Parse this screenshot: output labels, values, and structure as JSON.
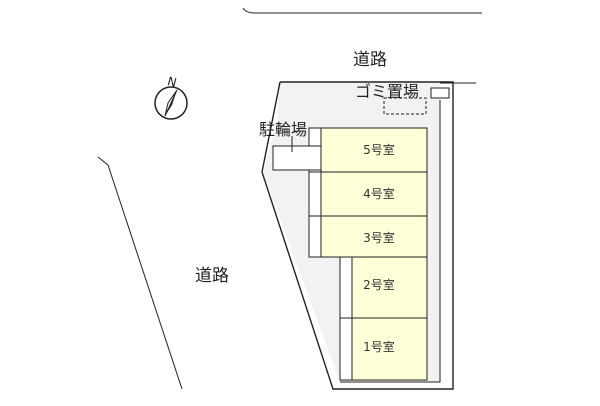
{
  "roads": {
    "north_label": "道路",
    "west_label": "道路"
  },
  "areas": {
    "garbage_label": "ゴミ置場",
    "bicycle_label": "駐輪場"
  },
  "units": [
    {
      "label": "5号室"
    },
    {
      "label": "4号室"
    },
    {
      "label": "3号室"
    },
    {
      "label": "2号室"
    },
    {
      "label": "1号室"
    }
  ],
  "compass": {
    "label": "N"
  },
  "colors": {
    "unit_fill": "#ffffd8",
    "lot_fill": "#f2f2f2",
    "line": "#222222"
  }
}
